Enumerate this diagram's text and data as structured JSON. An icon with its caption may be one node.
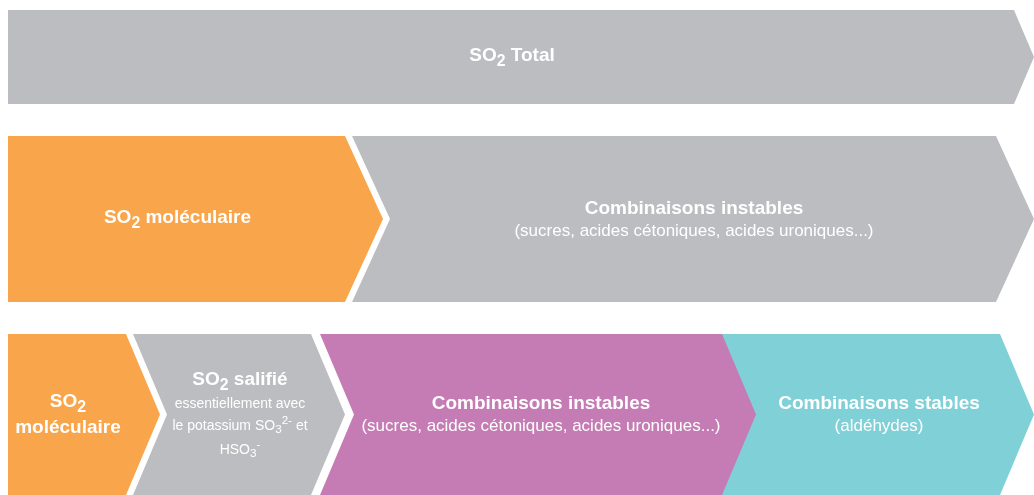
{
  "diagram": {
    "nodes": [
      {
        "text": [
          "SO$_{2}$ Total"
        ]
      },
      {
        "text": [
          "SO$_{2}$ moléculaire"
        ]
      },
      {
        "text": [
          "Combinaisons instables",
          "(sucres, acides cétoniques, acides uroniques...)"
        ]
      },
      {
        "text": [
          "SO$_{2}$ moléculaire"
        ]
      },
      {
        "text": [
          "SO$_{2}$ salifié",
          "essentiellement avec le potassium SO$_{3}$$^{2-}$ et HSO$_{3}$$^{-}$"
        ]
      },
      {
        "text": [
          "Combinaisons instables",
          "(sucres, acides cétoniques, acides uroniques...)"
        ]
      },
      {
        "text": [
          "Combinaisons stables",
          "(aldéhydes)"
        ]
      }
    ]
  }
}
